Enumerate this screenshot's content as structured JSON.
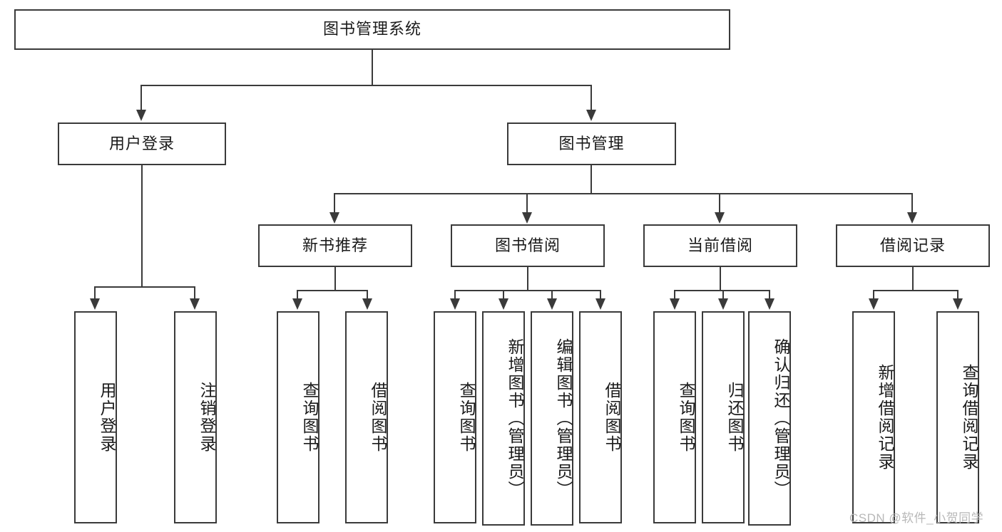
{
  "diagram": {
    "type": "tree-hierarchy",
    "title": "图书管理系统",
    "root": {
      "label": "图书管理系统"
    },
    "level2": [
      {
        "label": "用户登录"
      },
      {
        "label": "图书管理"
      }
    ],
    "level3": [
      {
        "label": "新书推荐"
      },
      {
        "label": "图书借阅"
      },
      {
        "label": "当前借阅"
      },
      {
        "label": "借阅记录"
      }
    ],
    "leaves": {
      "user_login": [
        {
          "label": "用户登录"
        },
        {
          "label": "注销登录"
        }
      ],
      "new_book_recommend": [
        {
          "label": "查询图书"
        },
        {
          "label": "借阅图书"
        }
      ],
      "book_borrow": [
        {
          "label": "查询图书"
        },
        {
          "label": "新增图书（管理员）"
        },
        {
          "label": "编辑图书（管理员）"
        },
        {
          "label": "借阅图书"
        }
      ],
      "current_borrow": [
        {
          "label": "查询图书"
        },
        {
          "label": "归还图书"
        },
        {
          "label": "确认归还（管理员）"
        }
      ],
      "borrow_record": [
        {
          "label": "新增借阅记录"
        },
        {
          "label": "查询借阅记录"
        }
      ]
    }
  },
  "watermark": {
    "text": "CSDN @软件_小贺同学"
  },
  "colors": {
    "stroke": "#3a3a3a",
    "background": "#ffffff",
    "text": "#1a1a1a",
    "watermark": "#b8b8b8"
  }
}
